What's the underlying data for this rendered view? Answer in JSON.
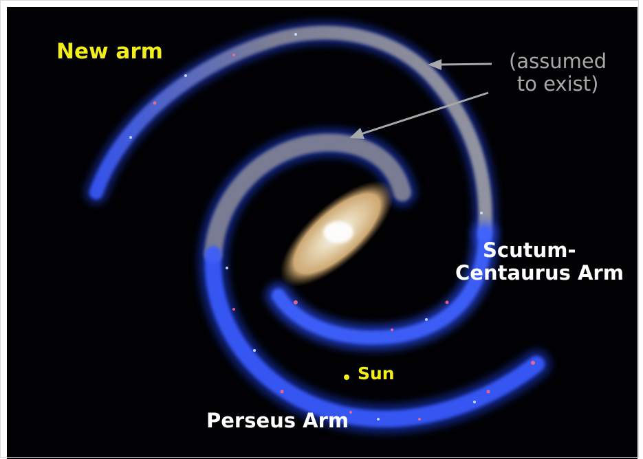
{
  "labels": {
    "new_arm": "New arm",
    "assumed_line1": "(assumed",
    "assumed_line2": "to exist)",
    "scutum_line1": "Scutum-",
    "scutum_line2": "Centaurus Arm",
    "perseus": "Perseus Arm",
    "sun": "Sun"
  },
  "colors": {
    "background": "#010103",
    "new_arm_label": "#f2ee1c",
    "sun_label": "#f2ee1c",
    "assumed_label": "#a8a8a8",
    "arm_labels": "#ffffff",
    "arrow": "#a8a8a8",
    "blue_arm": "#2a4fff",
    "gray_arm": "#9a9a9a",
    "bulge": "#e8cfa0"
  }
}
